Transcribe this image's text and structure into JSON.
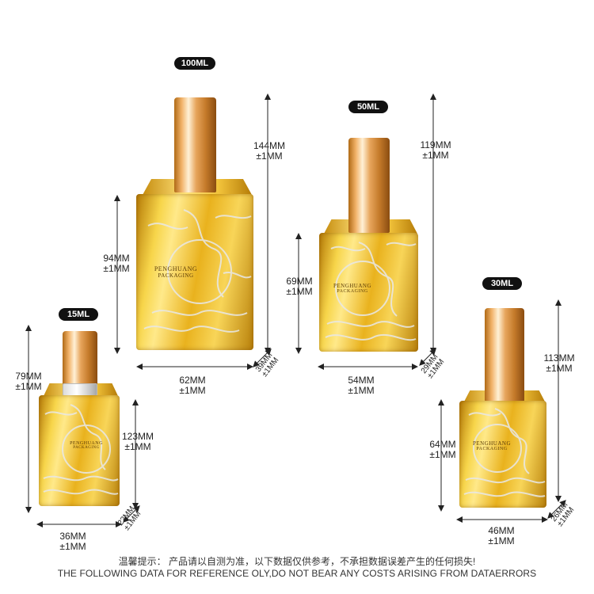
{
  "badges": {
    "b100": "100ML",
    "b50": "50ML",
    "b30": "30ML",
    "b15": "15ML"
  },
  "brand": {
    "name": "PENGHUANG",
    "sub": "PACKAGING"
  },
  "dims": {
    "b100": {
      "height": "144MM",
      "height_tol": "±1MM",
      "body": "94MM",
      "body_tol": "±1MM",
      "width": "62MM",
      "width_tol": "±1MM",
      "depth": "39MM",
      "depth_tol": "±1MM"
    },
    "b50": {
      "height": "119MM",
      "height_tol": "±1MM",
      "body": "69MM",
      "body_tol": "±1MM",
      "width": "54MM",
      "width_tol": "±1MM",
      "depth": "29MM",
      "depth_tol": "±1MM"
    },
    "b30": {
      "height": "113MM",
      "height_tol": "±1MM",
      "body": "64MM",
      "body_tol": "±1MM",
      "width": "46MM",
      "width_tol": "±1MM",
      "depth": "26MM",
      "depth_tol": "±1MM"
    },
    "b15": {
      "height": "79MM",
      "height_tol": "±1MM",
      "body": "123MM",
      "body_tol": "±1MM",
      "width": "36MM",
      "width_tol": "±1MM",
      "depth": "22MM",
      "depth_tol": "±1MM"
    }
  },
  "footer": {
    "cn": "温馨提示： 产品请以自测为准，以下数据仅供参考，不承担数据误差产生的任何损失!",
    "en": "THE FOLLOWING DATA FOR REFERENCE OLY,DO NOT BEAR ANY COSTS ARISING FROM DATAERRORS"
  },
  "colors": {
    "gold": "#f3c63a",
    "cap": "#e7a55c",
    "badge_bg": "#111111"
  }
}
